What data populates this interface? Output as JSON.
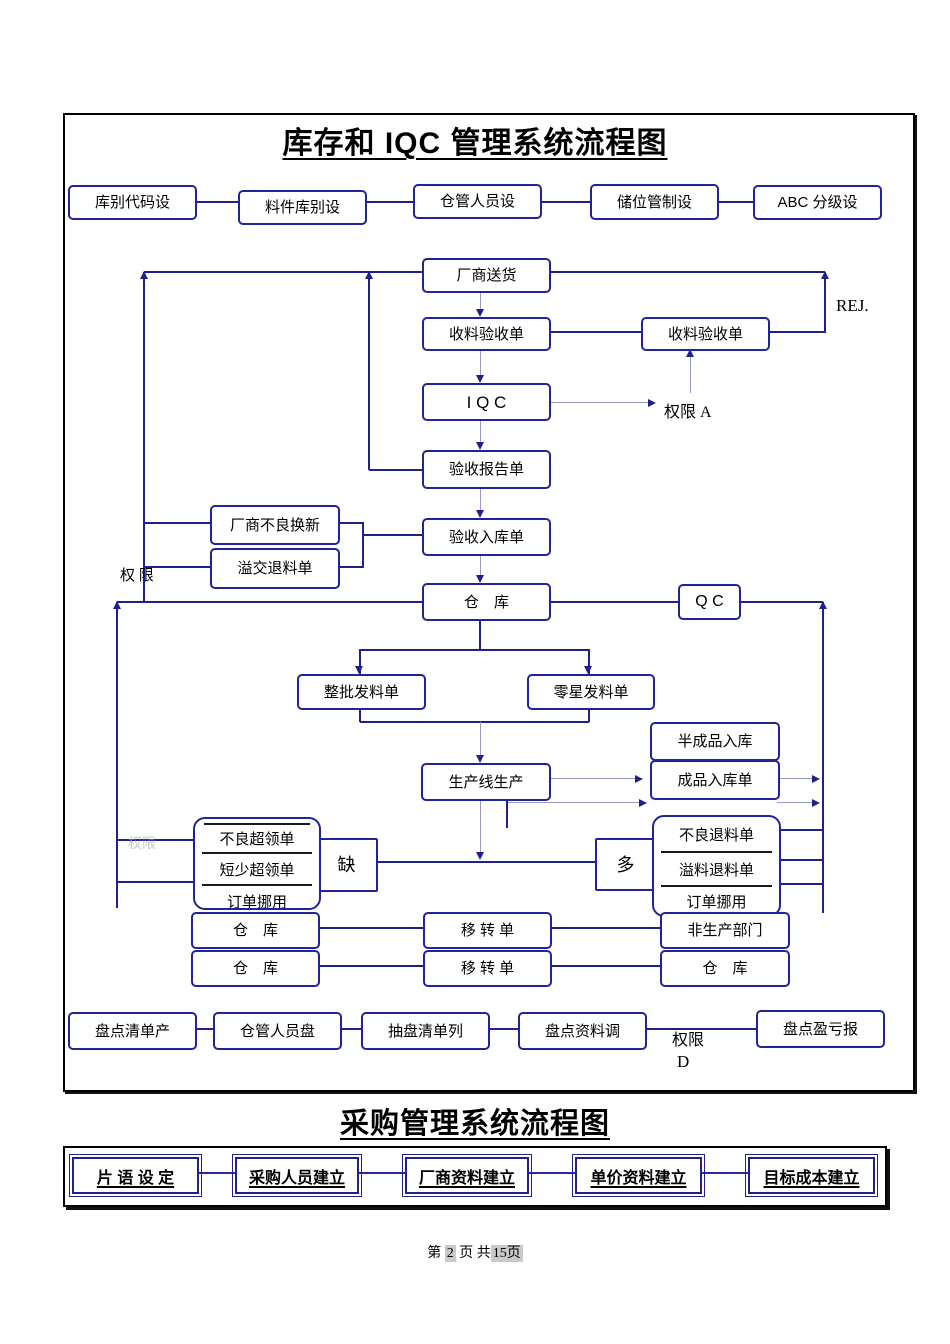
{
  "inventory": {
    "title": "库存和 IQC 管理系统流程图",
    "setup_row": [
      "库别代码设",
      "料件库别设",
      "仓管人员设",
      "储位管制设",
      "ABC 分级设"
    ],
    "main_flow": {
      "vendor_delivery": "厂商送货",
      "receiving_note": "收料验收单",
      "iqc": "I Q C",
      "inspection_report": "验收报告单",
      "inspection_entry": "验收入库单",
      "warehouse": "仓　库"
    },
    "right": {
      "receiving_note2": "收料验收单",
      "rej": "REJ.",
      "perm_a": "权限 A",
      "qc": "Q C"
    },
    "left": {
      "vendor_replace": "厂商不良换新",
      "overdelivery_return": "溢交退料单",
      "perm": "权 限",
      "perm_faint": "权限"
    },
    "issue": {
      "batch_issue": "整批发料单",
      "sporadic_issue": "零星发料单",
      "production": "生产线生产",
      "semi_finished": "半成品入库",
      "finished_entry": "成品入库单"
    },
    "shortage_label": "缺",
    "excess_label": "多",
    "over_claim_box": [
      "不良超领单",
      "短少超领单",
      "订单挪用"
    ],
    "return_box": [
      "不良退料单",
      "溢料退料单",
      "订单挪用"
    ],
    "transfer": {
      "warehouse1": "仓　库",
      "warehouse2": "仓　库",
      "transfer1": "移 转 单",
      "transfer2": "移 转 单",
      "non_production": "非生产部门",
      "warehouse3": "仓　库"
    },
    "stocktake_row": [
      "盘点清单产",
      "仓管人员盘",
      "抽盘清单列",
      "盘点资料调",
      "盘点盈亏报"
    ],
    "perm_d_line1": "权限",
    "perm_d_line2": "D"
  },
  "procurement": {
    "title": "采购管理系统流程图",
    "row": [
      "片 语 设 定",
      "采购人员建立",
      "厂商资料建立",
      "单价资料建立",
      "目标成本建立"
    ]
  },
  "footer": {
    "prefix": "第 ",
    "page": "2",
    "mid": " 页 共",
    "total": "15页",
    "suffix": ""
  }
}
